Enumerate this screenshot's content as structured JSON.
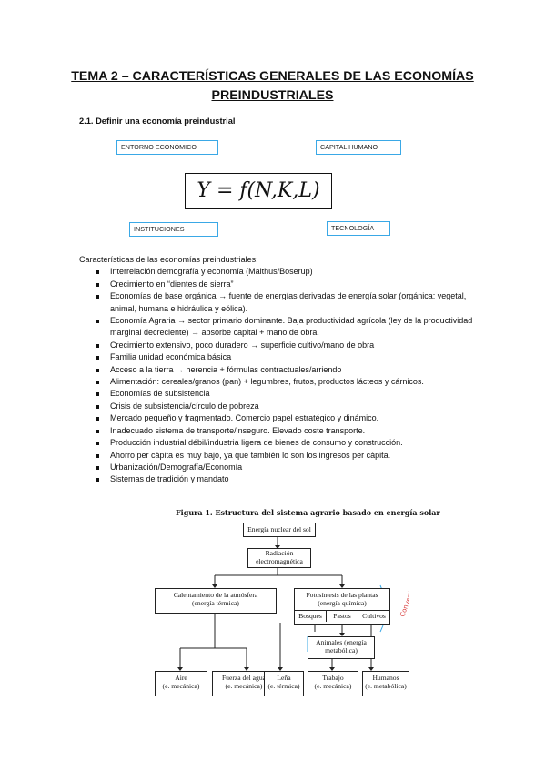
{
  "title": {
    "line1": "TEMA 2 – CARACTERÍSTICAS GENERALES DE LAS ECONOMÍAS",
    "line2": "PREINDUSTRIALES"
  },
  "section": {
    "heading": "2.1. Definir una economía preindustrial"
  },
  "model": {
    "boxes": {
      "top_left": "ENTORNO ECONÓMICO",
      "top_right": "CAPITAL HUMANO",
      "bottom_left": "INSTITUCIONES",
      "bottom_right": "TECNOLOGÍA"
    },
    "formula": "Y = f(N,K,L)",
    "accent_color": "#3aa8e6"
  },
  "features": {
    "intro": "Características de las economías preindustriales:",
    "items": [
      "Interrelación demografía y economía (Malthus/Boserup)",
      "Crecimiento en “dientes de sierra”",
      "Economías de base orgánica → fuente de energías derivadas de energía solar (orgánica: vegetal, animal, humana e hidráulica y eólica).",
      "Economía Agraria → sector primario dominante. Baja productividad agrícola (ley de la productividad marginal decreciente) → absorbe capital + mano de obra.",
      "Crecimiento extensivo, poco duradero → superficie cultivo/mano de obra",
      "Familia unidad económica básica",
      "Acceso a la tierra → herencia + fórmulas contractuales/arriendo",
      "Alimentación: cereales/granos (pan) + legumbres, frutos, productos lácteos y cárnicos.",
      "Economías de subsistencia",
      "Crisis de subsistencia/círculo de pobreza",
      "Mercado pequeño y fragmentado. Comercio papel estratégico y dinámico.",
      "Inadecuado sistema de transporte/inseguro. Elevado coste transporte.",
      "Producción industrial débil/industria ligera de bienes de consumo y construcción.",
      "Ahorro per cápita es muy bajo, ya que también lo son los ingresos per cápita.",
      "Urbanización/Demografía/Economía",
      "Sistemas de tradición y mandato"
    ]
  },
  "figure": {
    "caption": "Figura 1. Estructura del sistema agrario basado en energía solar",
    "nodes": {
      "sol": "Energía nuclear del sol",
      "radiacion": [
        "Radiación",
        "electromagnética"
      ],
      "calentamiento": [
        "Calentamiento de la atmósfera",
        "(energía térmica)"
      ],
      "fotosintesis": [
        "Fotosíntesis de las plantas",
        "(energía química)"
      ],
      "bosques": "Bosques",
      "pastos": "Pastos",
      "cultivos": "Cultivos",
      "animales": [
        "Animales (energía",
        "metabólica)"
      ],
      "aire": [
        "Aire",
        "(e. mecánica)"
      ],
      "agua": [
        "Fuerza del agua",
        "(e. mecánica)"
      ],
      "lena": [
        "Leña",
        "(e. térmica)"
      ],
      "trabajo": [
        "Trabajo",
        "(e. mecánica)"
      ],
      "humanos": [
        "Humanos",
        "(e. metabólica)"
      ]
    },
    "annotation": "Convertir",
    "annotation_color": "#d83a3a"
  }
}
